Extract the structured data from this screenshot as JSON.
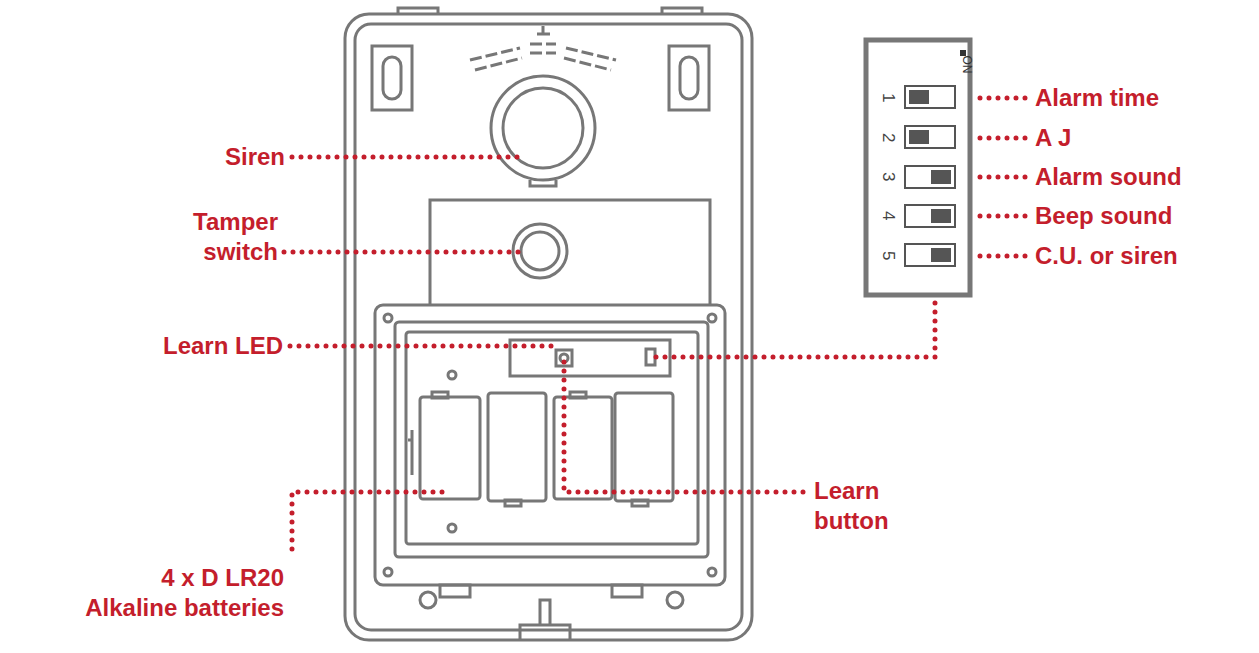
{
  "diagram": {
    "labels": [
      "Siren",
      "Tamper switch",
      "Learn LED",
      "4 x D LR20 Alkaline batteries",
      "Learn button",
      "ON",
      "1",
      "2",
      "3",
      "4",
      "5",
      "Alarm time",
      "A J",
      "Alarm sound",
      "Beep sound",
      "C.U. or siren"
    ]
  }
}
